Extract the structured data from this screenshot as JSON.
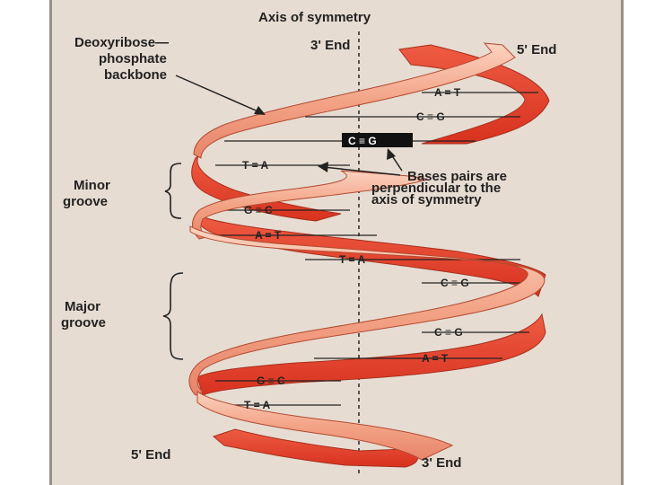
{
  "labels": {
    "axis": "Axis of symmetry",
    "backbone": [
      "Deoxyribose—",
      "phosphate",
      "backbone"
    ],
    "three_end_top": "3' End",
    "five_end_top": "5' End",
    "minor_groove": [
      "Minor",
      "groove"
    ],
    "major_groove": [
      "Major",
      "groove"
    ],
    "perpendicular_note": [
      "Bases pairs are",
      "perpendicular to the",
      "axis of symmetry"
    ],
    "five_end_bottom": "5' End",
    "three_end_bottom": "3' End"
  },
  "base_pairs": [
    {
      "text": "A = T"
    },
    {
      "text": "C ≡ G"
    },
    {
      "text": "C ≡ G",
      "highlight": true
    },
    {
      "text": "T = A"
    },
    {
      "text": "G ≡ C"
    },
    {
      "text": "A = T"
    },
    {
      "text": "T = A"
    },
    {
      "text": "C ≡ G"
    },
    {
      "text": "C ≡ G"
    },
    {
      "text": "A = T"
    },
    {
      "text": "G ≡ C"
    },
    {
      "text": "T = A"
    }
  ],
  "colors": {
    "panel_bg": "#e6dcd2",
    "front_strand": "#f2a58a",
    "back_strand": "#e2402f",
    "strand_edge": "#b0301e",
    "line": "#222222"
  }
}
